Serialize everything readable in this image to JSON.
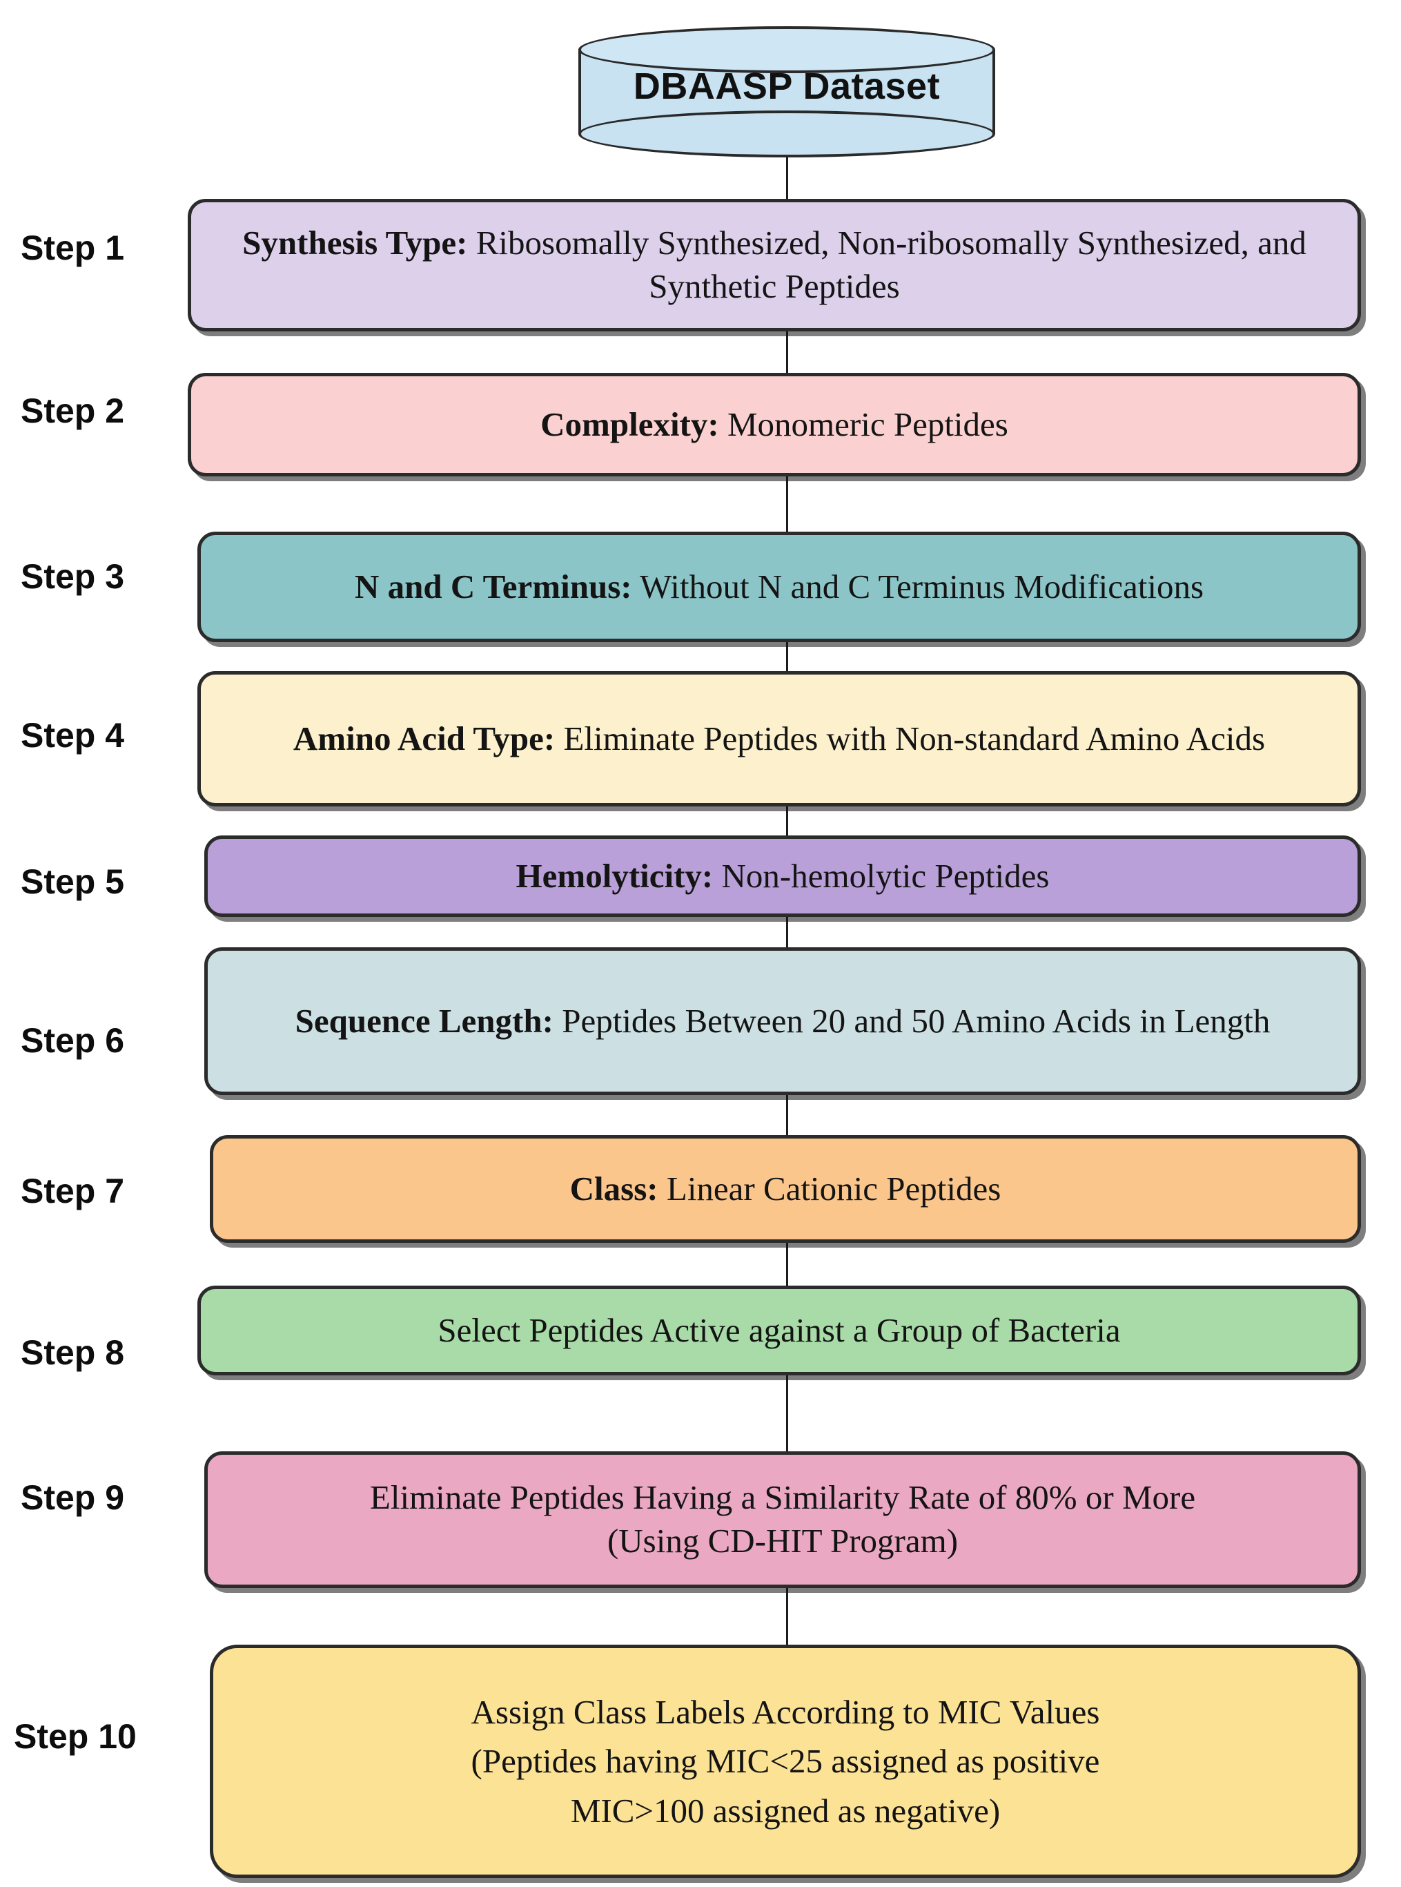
{
  "diagram": {
    "title": "DBAASP dataset filtering pipeline",
    "source_node": {
      "label": "DBAASP Dataset",
      "shape": "cylinder",
      "color": "#c8e2f2"
    },
    "step_label_prefix": "Step",
    "steps": [
      {
        "step_label": "Step 1",
        "prefix": "Synthesis Type:",
        "body": " Ribosomally Synthesized, Non-ribosomally Synthesized, and Synthetic Peptides",
        "full_text": "Synthesis Type: Ribosomally Synthesized, Non-ribosomally Synthesized, and Synthetic Peptides",
        "color": "#ddd0eb",
        "lines": 2
      },
      {
        "step_label": "Step 2",
        "prefix": "Complexity:",
        "body": " Monomeric Peptides",
        "full_text": "Complexity: Monomeric Peptides",
        "color": "#fbd0d0",
        "lines": 1
      },
      {
        "step_label": "Step 3",
        "prefix": "N and C Terminus:",
        "body": " Without N and C Terminus Modifications",
        "full_text": "N and C Terminus: Without N and C Terminus Modifications",
        "color": "#8cc5c8",
        "lines": 1
      },
      {
        "step_label": "Step 4",
        "prefix": "Amino Acid Type:",
        "body": "  Eliminate Peptides with Non-standard Amino Acids",
        "full_text": "Amino Acid Type:  Eliminate Peptides with Non-standard Amino Acids",
        "color": "#fcf0cd",
        "lines": 2
      },
      {
        "step_label": "Step 5",
        "prefix": "Hemolyticity:",
        "body": " Non-hemolytic Peptides",
        "full_text": "Hemolyticity: Non-hemolytic Peptides",
        "color": "#b9a0d8",
        "lines": 1
      },
      {
        "step_label": "Step 6",
        "prefix": "Sequence Length:",
        "body": " Peptides Between 20 and 50 Amino Acids in Length",
        "full_text": "Sequence Length: Peptides Between 20 and 50 Amino Acids in Length",
        "color": "#ccdfe3",
        "lines": 2
      },
      {
        "step_label": "Step 7",
        "prefix": "Class:",
        "body": " Linear Cationic Peptides",
        "full_text": "Class: Linear Cationic Peptides",
        "color": "#fbc68c",
        "lines": 1
      },
      {
        "step_label": "Step 8",
        "prefix": "",
        "body": "Select Peptides Active against a Group of Bacteria",
        "full_text": "Select Peptides Active against a Group of Bacteria",
        "color": "#a8dba8",
        "lines": 1
      },
      {
        "step_label": "Step 9",
        "prefix": "",
        "body": "Eliminate Peptides Having a Similarity Rate of 80% or More (Using CD-HIT Program)",
        "full_text": "Eliminate Peptides Having a Similarity Rate of 80% or More (Using CD-HIT Program)",
        "line1": "Eliminate Peptides Having a Similarity Rate of 80% or More",
        "line2": "(Using CD-HIT Program)",
        "color": "#eba8c3",
        "lines": 2
      },
      {
        "step_label": "Step 10",
        "prefix": "",
        "body": "Assign Class Labels According to MIC Values (Peptides having MIC<25 assigned as positive MIC>100 assigned as negative)",
        "full_text": "Assign Class Labels According to MIC Values (Peptides having MIC<25 assigned as positive MIC>100 assigned as negative)",
        "line1": "Assign Class Labels According to MIC Values",
        "line2": "(Peptides having MIC<25 assigned as positive",
        "line3": "MIC>100 assigned as negative)",
        "color": "#fce295",
        "lines": 3
      }
    ]
  }
}
